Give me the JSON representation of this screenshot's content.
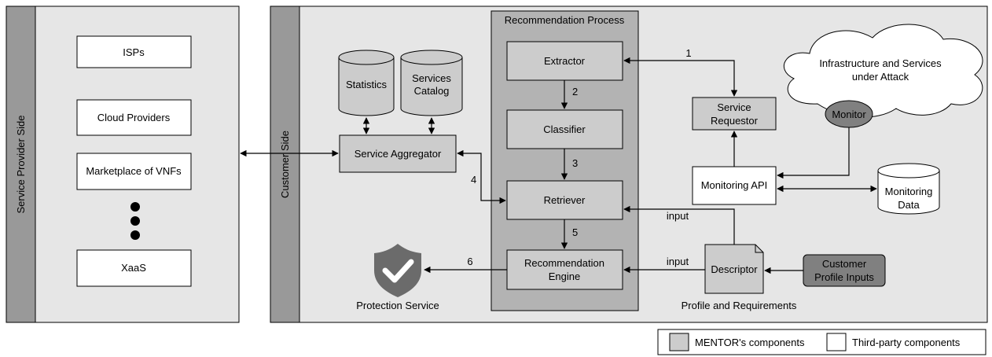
{
  "provider_panel": {
    "side_label": "Service Provider Side",
    "items": [
      "ISPs",
      "Cloud Providers",
      "Marketplace of VNFs",
      "XaaS"
    ]
  },
  "customer_panel": {
    "side_label": "Customer Side"
  },
  "recommendation_process": {
    "title": "Recommendation Process",
    "extractor": "Extractor",
    "classifier": "Classifier",
    "retriever": "Retriever",
    "engine_line1": "Recommendation",
    "engine_line2": "Engine"
  },
  "databases": {
    "statistics": "Statistics",
    "services_catalog_line1": "Services",
    "services_catalog_line2": "Catalog",
    "monitoring_line1": "Monitoring",
    "monitoring_line2": "Data"
  },
  "service_aggregator": "Service Aggregator",
  "service_requestor_line1": "Service",
  "service_requestor_line2": "Requestor",
  "monitoring_api": "Monitoring API",
  "cloud": {
    "line1": "Infrastructure and Services",
    "line2": "under Attack",
    "monitor": "Monitor"
  },
  "descriptor": "Descriptor",
  "profile_caption": "Profile and Requirements",
  "customer_profile_line1": "Customer",
  "customer_profile_line2": "Profile Inputs",
  "protection_service": "Protection Service",
  "arrow_labels": {
    "a1": "1",
    "a2": "2",
    "a3": "3",
    "a4": "4",
    "a5": "5",
    "a6": "6",
    "input_retriever": "input",
    "input_engine": "input"
  },
  "legend": {
    "mentor": "MENTOR's components",
    "third_party": "Third-party components"
  },
  "colors": {
    "panel_bg": "#e6e6e6",
    "side_bar": "#999999",
    "process_bg": "#b3b3b3",
    "component": "#cccccc",
    "dark_component": "#808080",
    "shield": "#6b6b6b"
  }
}
